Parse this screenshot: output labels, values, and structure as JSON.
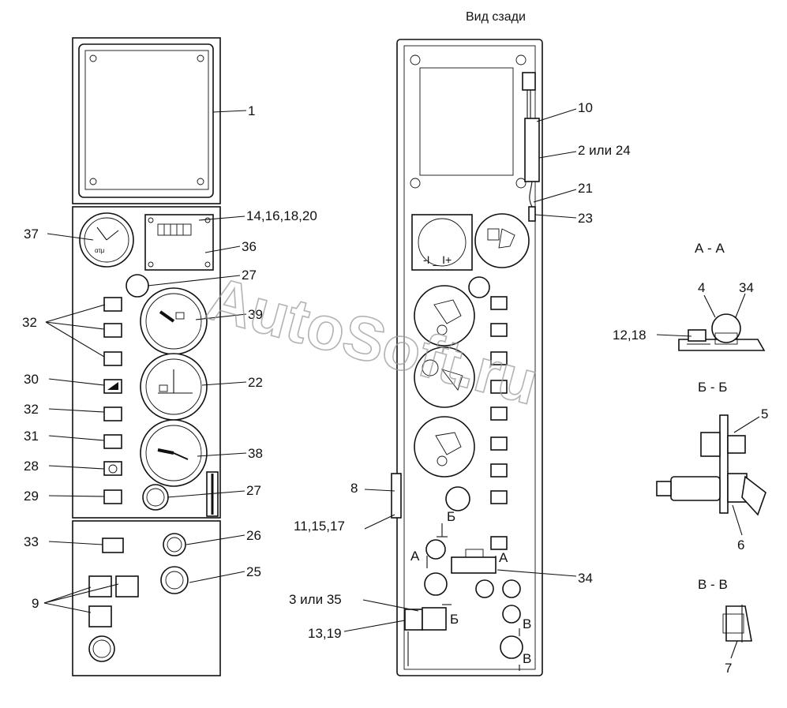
{
  "title": "Вид сзади",
  "watermark": "AutoSoft.ru",
  "front_labels": {
    "l1": "1",
    "l14": "14,16,18,20",
    "l37": "37",
    "l36": "36",
    "l27a": "27",
    "l32a": "32",
    "l39": "39",
    "l30": "30",
    "l22": "22",
    "l32b": "32",
    "l31": "31",
    "l38": "38",
    "l28": "28",
    "l29": "29",
    "l27b": "27",
    "l33": "33",
    "l26": "26",
    "l25": "25",
    "l9": "9"
  },
  "rear_labels": {
    "l10": "10",
    "l2": "2 или 24",
    "l21": "21",
    "l23": "23",
    "l8": "8",
    "l11": "11,15,17",
    "l34": "34",
    "l3": "3 или 35",
    "l13": "13,19",
    "mark_b1": "Б",
    "mark_b2": "Б",
    "mark_a1": "А",
    "mark_a2": "А",
    "mark_v1": "В",
    "mark_v2": "В"
  },
  "sections": {
    "aa_title": "А - А",
    "aa_l4": "4",
    "aa_l34": "34",
    "aa_l12": "12,18",
    "bb_title": "Б - Б",
    "bb_l5": "5",
    "bb_l6": "6",
    "vv_title": "В - В",
    "vv_l7": "7"
  },
  "gauge_text": {
    "ammeter": "-I _ I+",
    "g37_text": "ατμ"
  }
}
